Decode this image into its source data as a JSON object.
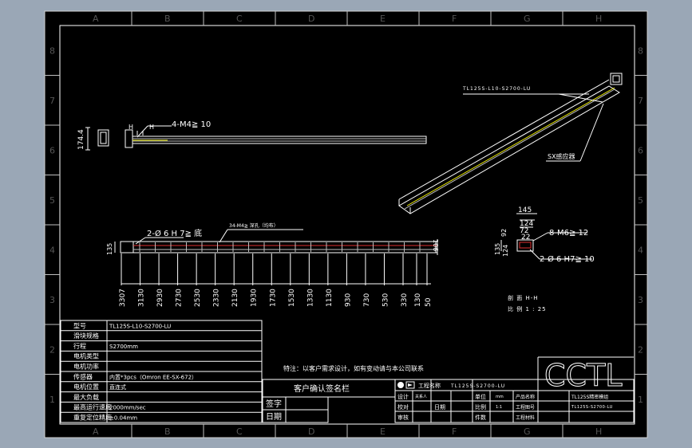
{
  "sheet": {
    "border_colors": {
      "background": "#9aa7b6",
      "paper": "#000000",
      "line": "#ffffff",
      "accent_red": "#e03030",
      "accent_yellow": "#e6e600",
      "accent_green": "#30c030"
    },
    "col_labels": [
      "A",
      "B",
      "C",
      "D",
      "E",
      "F",
      "G",
      "H"
    ],
    "row_labels": [
      "8",
      "7",
      "6",
      "5",
      "4",
      "3",
      "2",
      "1"
    ]
  },
  "views": {
    "side_height_dim": "174.4",
    "side_h_label": "H",
    "side_screw_note": "4-M4≧ 10",
    "iso_model_label": "TL125S-L10-S2700-LU",
    "iso_part_label": "SX感应器",
    "front_left_hole_note": "2-Ø 6  H 7≧ 底",
    "front_top_hole_note": "34-M4≧ 深孔（均布）",
    "front_height_dim": "135",
    "front_right_dim": "106",
    "front_positions": [
      "3307",
      "3130",
      "2930",
      "2730",
      "2530",
      "2330",
      "2130",
      "1930",
      "1730",
      "1530",
      "1330",
      "1130",
      "930",
      "730",
      "530",
      "330",
      "130",
      "50"
    ],
    "section_width_dim": "145",
    "section_dims": [
      "124",
      "72",
      "22"
    ],
    "section_left_dims": [
      "92",
      "135",
      "124"
    ],
    "section_thread_note": "8-M6≧ 12",
    "section_hole_note": "2-Ø 6  H7≧ 10",
    "section_title": "剖 面 H-H",
    "section_scale": "比 例 1 : 25"
  },
  "spec_table": {
    "rows": [
      {
        "label": "型号",
        "value": "TL125S-L10-S2700-LU"
      },
      {
        "label": "滑块规格",
        "value": ""
      },
      {
        "label": "行程",
        "value": "S2700mm"
      },
      {
        "label": "电机类型",
        "value": ""
      },
      {
        "label": "电机功率",
        "value": ""
      },
      {
        "label": "传感器",
        "value": "内置*3pcs（Omron EE-SX-672）"
      },
      {
        "label": "电机位置",
        "value": "直连式"
      },
      {
        "label": "最大负载",
        "value": ""
      },
      {
        "label": "最高运行速度",
        "value": "2000mm/sec"
      },
      {
        "label": "重复定位精度",
        "value": "±0.04mm"
      }
    ]
  },
  "notes": {
    "remark": "特注：以客户需求设计，如有变动请与本公司联系",
    "customer_confirm": "客户确认签名栏",
    "sign_label": "签字",
    "date_label": "日期"
  },
  "title_block": {
    "project_label": "工程名称",
    "project_value": "TL125S-S2700-LU",
    "design_label": "设计",
    "design_value": "关系人",
    "check_label": "校对",
    "date_label": "日期",
    "audit_label": "审核",
    "unit_label": "单位",
    "unit_value": "mm",
    "scale_label": "比例",
    "scale_value": "1:1",
    "qty_label": "件数",
    "product_label": "产品名称",
    "product_value": "TL125S精密模组",
    "drawing_label": "工程图号",
    "drawing_value": "TL125S-S2700-LU",
    "material_label": "工程材料",
    "logo": "CCTL"
  }
}
